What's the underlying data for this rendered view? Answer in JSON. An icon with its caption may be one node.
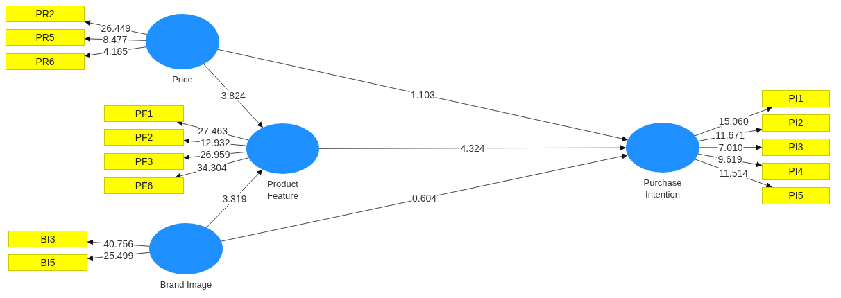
{
  "diagram": {
    "nodes": [
      {
        "text": [
          "Price"
        ]
      },
      {
        "text": [
          "PR2"
        ]
      },
      {
        "text": [
          "PR5"
        ]
      },
      {
        "text": [
          "PR6"
        ]
      },
      {
        "text": [
          "Product Feature"
        ]
      },
      {
        "text": [
          "PF1"
        ]
      },
      {
        "text": [
          "PF2"
        ]
      },
      {
        "text": [
          "PF3"
        ]
      },
      {
        "text": [
          "PF6"
        ]
      },
      {
        "text": [
          "Brand Image"
        ]
      },
      {
        "text": [
          "BI3"
        ]
      },
      {
        "text": [
          "BI5"
        ]
      },
      {
        "text": [
          "Purchase Intention"
        ]
      },
      {
        "text": [
          "PI1"
        ]
      },
      {
        "text": [
          "PI2"
        ]
      },
      {
        "text": [
          "PI3"
        ]
      },
      {
        "text": [
          "PI4"
        ]
      },
      {
        "text": [
          "PI5"
        ]
      }
    ],
    "edges": [
      {
        "from": 0,
        "to": 1,
        "arrow": "to",
        "label": "26.449"
      },
      {
        "from": 0,
        "to": 2,
        "arrow": "to",
        "label": "8.477"
      },
      {
        "from": 0,
        "to": 3,
        "arrow": "to",
        "label": "4.185"
      },
      {
        "from": 0,
        "to": 4,
        "arrow": "to",
        "label": "3.824"
      },
      {
        "from": 0,
        "to": 12,
        "arrow": "to",
        "label": "1.103"
      },
      {
        "from": 4,
        "to": 5,
        "arrow": "to",
        "label": "27.463"
      },
      {
        "from": 4,
        "to": 6,
        "arrow": "to",
        "label": "12.932"
      },
      {
        "from": 4,
        "to": 7,
        "arrow": "to",
        "label": "26.959"
      },
      {
        "from": 4,
        "to": 8,
        "arrow": "to",
        "label": "34.304"
      },
      {
        "from": 4,
        "to": 12,
        "arrow": "to",
        "label": "4.324"
      },
      {
        "from": 9,
        "to": 4,
        "arrow": "to",
        "label": "3.319"
      },
      {
        "from": 9,
        "to": 12,
        "arrow": "to",
        "label": "0.604"
      },
      {
        "from": 9,
        "to": 10,
        "arrow": "to",
        "label": "40.756"
      },
      {
        "from": 9,
        "to": 11,
        "arrow": "to",
        "label": "25.499"
      },
      {
        "from": 12,
        "to": 13,
        "arrow": "to",
        "label": "15.060"
      },
      {
        "from": 12,
        "to": 14,
        "arrow": "to",
        "label": "11.671"
      },
      {
        "from": 12,
        "to": 15,
        "arrow": "to",
        "label": "7.010"
      },
      {
        "from": 12,
        "to": 16,
        "arrow": "to",
        "label": "9.619"
      },
      {
        "from": 12,
        "to": 17,
        "arrow": "to",
        "label": "11.514"
      }
    ]
  }
}
